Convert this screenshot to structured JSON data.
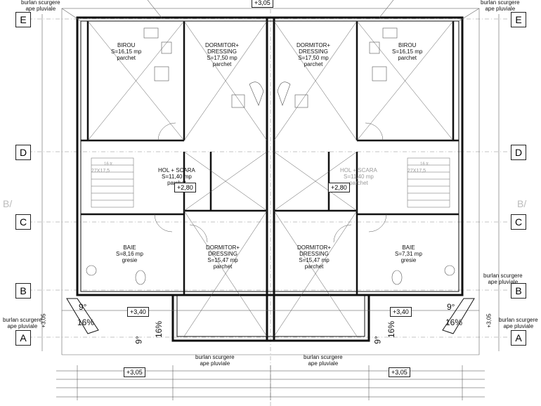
{
  "axes": {
    "left": [
      "E",
      "D",
      "C",
      "B",
      "A"
    ],
    "right": [
      "E",
      "D",
      "C",
      "B",
      "A"
    ],
    "faded_left": "B/",
    "faded_right": "B/"
  },
  "top_level": "+3,05",
  "rooms": {
    "birou_left": {
      "name": "BIROU",
      "area": "S=16,15 mp",
      "floor": "parchet"
    },
    "birou_right": {
      "name": "BIROU",
      "area": "S=16,15 mp",
      "floor": "parchet"
    },
    "dorm_top_left": {
      "name": "DORMITOR+",
      "name2": "DRESSING",
      "area": "S=17,50 mp",
      "floor": "parchet"
    },
    "dorm_top_right": {
      "name": "DORMITOR+",
      "name2": "DRESSING",
      "area": "S=17,50 mp",
      "floor": "parchet"
    },
    "hol_left": {
      "name": "HOL + SCARA",
      "area": "S=11,40 mp",
      "floor": "parchet"
    },
    "hol_right": {
      "name": "HOL + SCARA",
      "area": "S=11,40 mp",
      "floor": "parchet"
    },
    "baie_left": {
      "name": "BAIE",
      "area": "S=8,16 mp",
      "floor": "gresie"
    },
    "baie_right": {
      "name": "BAIE",
      "area": "S=7,31 mp",
      "floor": "gresie"
    },
    "dorm_bot_left": {
      "name": "DORMITOR+",
      "name2": "DRESSING",
      "area": "S=15,47 mp",
      "floor": "parchet"
    },
    "dorm_bot_right": {
      "name": "DORMITOR+",
      "name2": "DRESSING",
      "area": "S=15,47 mp",
      "floor": "parchet"
    }
  },
  "stairs": {
    "left": "27X17,5",
    "right": "27X17,5",
    "left_top": "16 tr.",
    "right_top": "16 tr."
  },
  "levels": {
    "hol_left": "+2,80",
    "hol_right": "+2,80",
    "terrace_left": "+3,40",
    "terrace_right": "+3,40",
    "bottom_left": "+3,05",
    "bottom_right": "+3,05",
    "side_left": "+3,05",
    "side_right": "+3,05"
  },
  "notes": {
    "burlan_l1": "burlan scurgere",
    "burlan_l2": "ape pluviale"
  },
  "slopes": {
    "nine": "9°",
    "sixteen": "16%"
  },
  "colors": {
    "wall": "#111111",
    "line": "#444444",
    "hatch": "#9a9a9a"
  }
}
